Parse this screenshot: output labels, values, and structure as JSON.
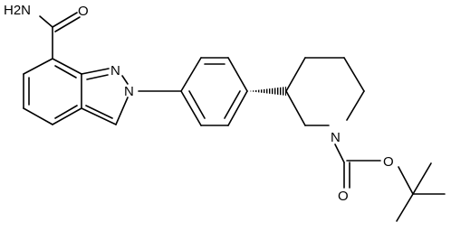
{
  "diagram": {
    "atom_labels": {
      "amide_n": "H2N",
      "amide_o": "O",
      "indazole_n1": "N",
      "indazole_n2": "N",
      "piperidine_n": "N",
      "ester_o_single": "O",
      "ester_o_double": "O"
    }
  }
}
